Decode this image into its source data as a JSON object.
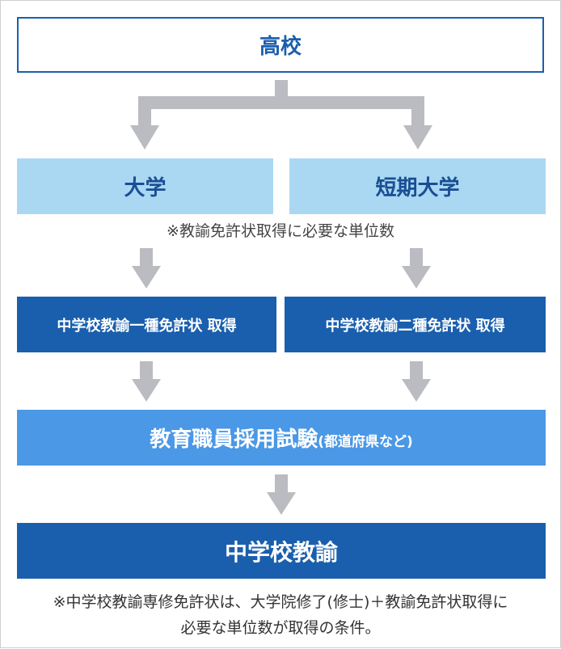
{
  "colors": {
    "dark_blue": "#1a5fad",
    "mid_blue": "#4a98e6",
    "light_blue": "#aad8f3",
    "arrow_gray": "#bbbcc2"
  },
  "nodes": {
    "high_school": "高校",
    "university": "大学",
    "junior_college": "短期大学",
    "credits_note": "※教諭免許状取得に必要な単位数",
    "license_first_class": "中学校教諭一種免許状 取得",
    "license_second_class": "中学校教諭二種免許状 取得",
    "exam_main": "教育職員採用試験",
    "exam_sub": "(都道府県など)",
    "teacher": "中学校教諭"
  },
  "footnote": {
    "line1": "※中学校教諭専修免許状は、大学院修了(修士)＋教諭免許状取得に",
    "line2": "必要な単位数が取得の条件。"
  }
}
